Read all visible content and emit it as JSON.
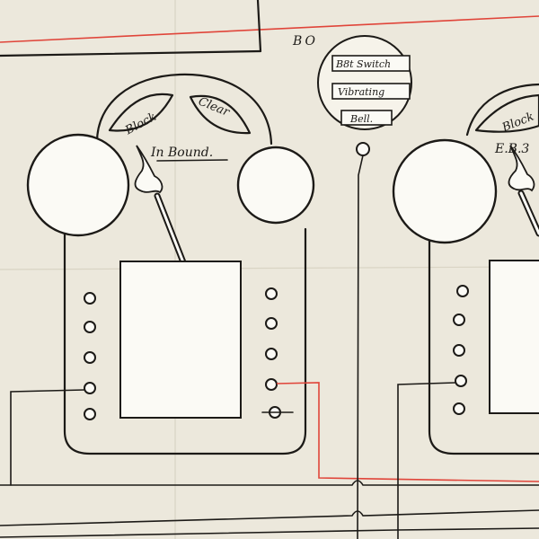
{
  "diagram": {
    "panel_code": "BO",
    "left_instrument": {
      "window_left_label": "Block",
      "window_right_label": "Clear",
      "direction_label": "In Bound."
    },
    "right_instrument": {
      "window_left_label": "Block",
      "direction_label": "E.B.3"
    },
    "bell_panel": {
      "labels": [
        "B8t Switch",
        "Vibrating",
        "Bell."
      ]
    },
    "colors": {
      "ink": "#1c1a17",
      "red_line": "#e0453a",
      "paper": "#ece8dc"
    }
  }
}
